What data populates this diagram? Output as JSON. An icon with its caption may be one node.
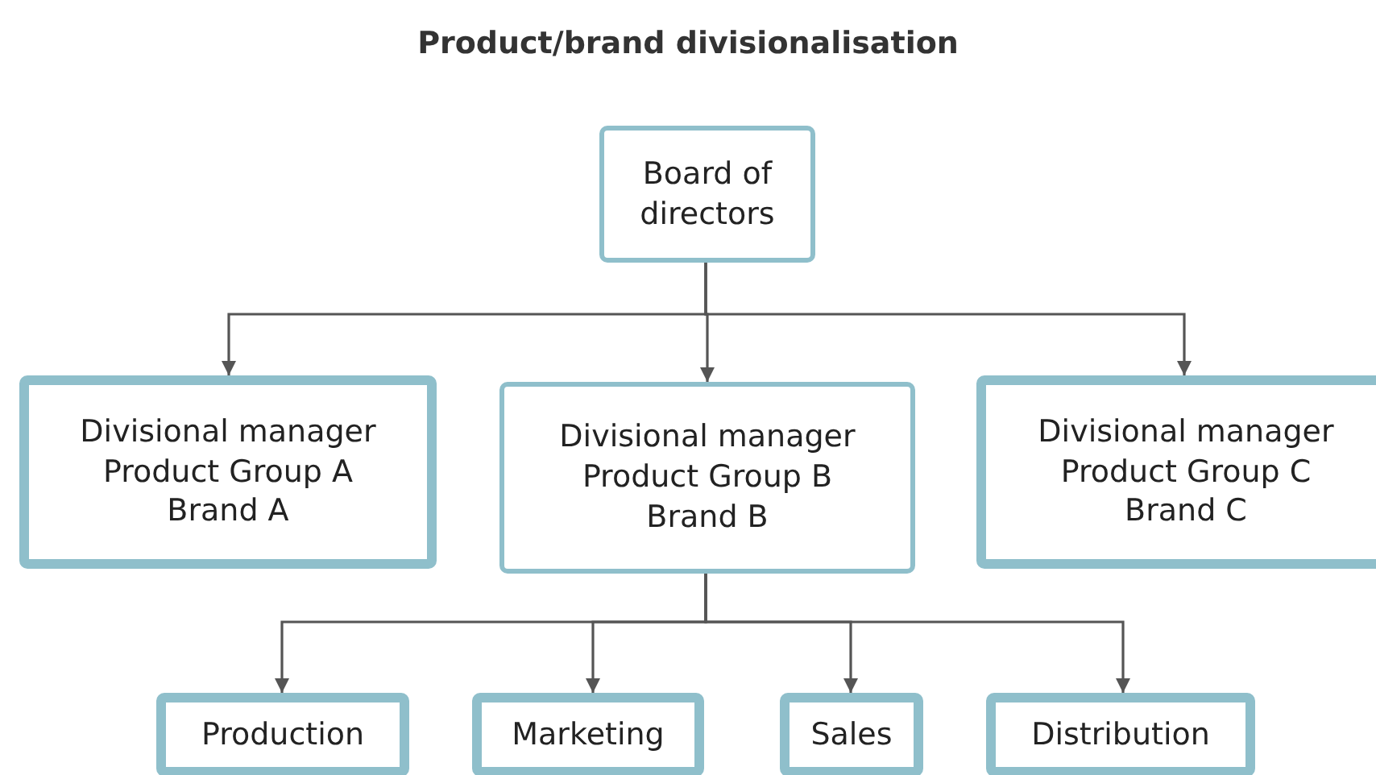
{
  "diagram": {
    "title": "Product/brand divisionalisation",
    "nodes": [
      {
        "text": [
          "Board of directors"
        ]
      },
      {
        "text": [
          "Divisional manager",
          "Product Group A",
          "Brand A"
        ]
      },
      {
        "text": [
          "Divisional manager",
          "Product Group B",
          "Brand B"
        ]
      },
      {
        "text": [
          "Divisional manager",
          "Product Group C",
          "Brand C"
        ]
      },
      {
        "text": [
          "Production"
        ]
      },
      {
        "text": [
          "Marketing"
        ]
      },
      {
        "text": [
          "Sales"
        ]
      },
      {
        "text": [
          "Distribution"
        ]
      }
    ],
    "edges": [
      {
        "from": 0,
        "to": 1,
        "arrow": "to"
      },
      {
        "from": 0,
        "to": 2,
        "arrow": "to"
      },
      {
        "from": 0,
        "to": 3,
        "arrow": "to"
      },
      {
        "from": 2,
        "to": 4,
        "arrow": "to"
      },
      {
        "from": 2,
        "to": 5,
        "arrow": "to"
      },
      {
        "from": 2,
        "to": 6,
        "arrow": "to"
      },
      {
        "from": 2,
        "to": 7,
        "arrow": "to"
      }
    ]
  }
}
